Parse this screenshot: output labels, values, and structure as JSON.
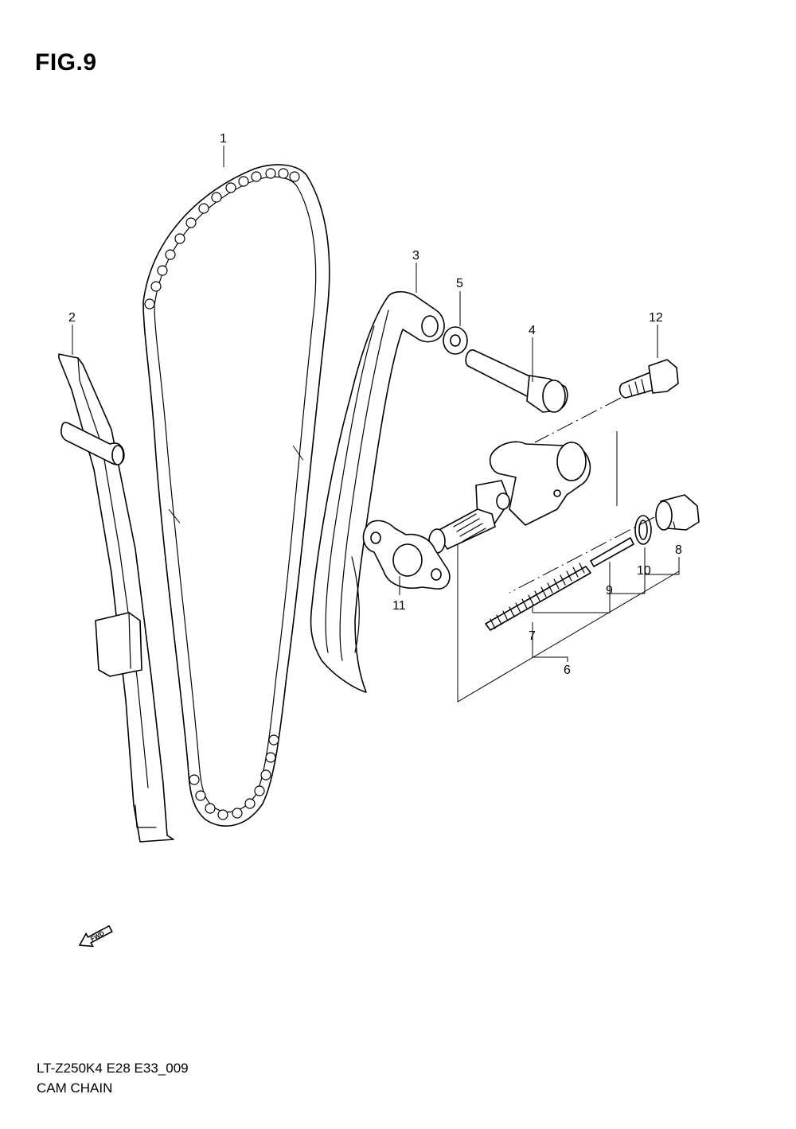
{
  "figure": {
    "title": "FIG.9"
  },
  "footer": {
    "model_code": "LT-Z250K4 E28 E33_009",
    "section_name": "CAM CHAIN"
  },
  "fwd_mark": {
    "label": "FWD",
    "icon": "fwd-arrow-icon"
  },
  "callouts": {
    "c1": "1",
    "c2": "2",
    "c3": "3",
    "c4": "4",
    "c5": "5",
    "c6": "6",
    "c7": "7",
    "c8": "8",
    "c9": "9",
    "c10": "10",
    "c11": "11",
    "c12": "12"
  }
}
